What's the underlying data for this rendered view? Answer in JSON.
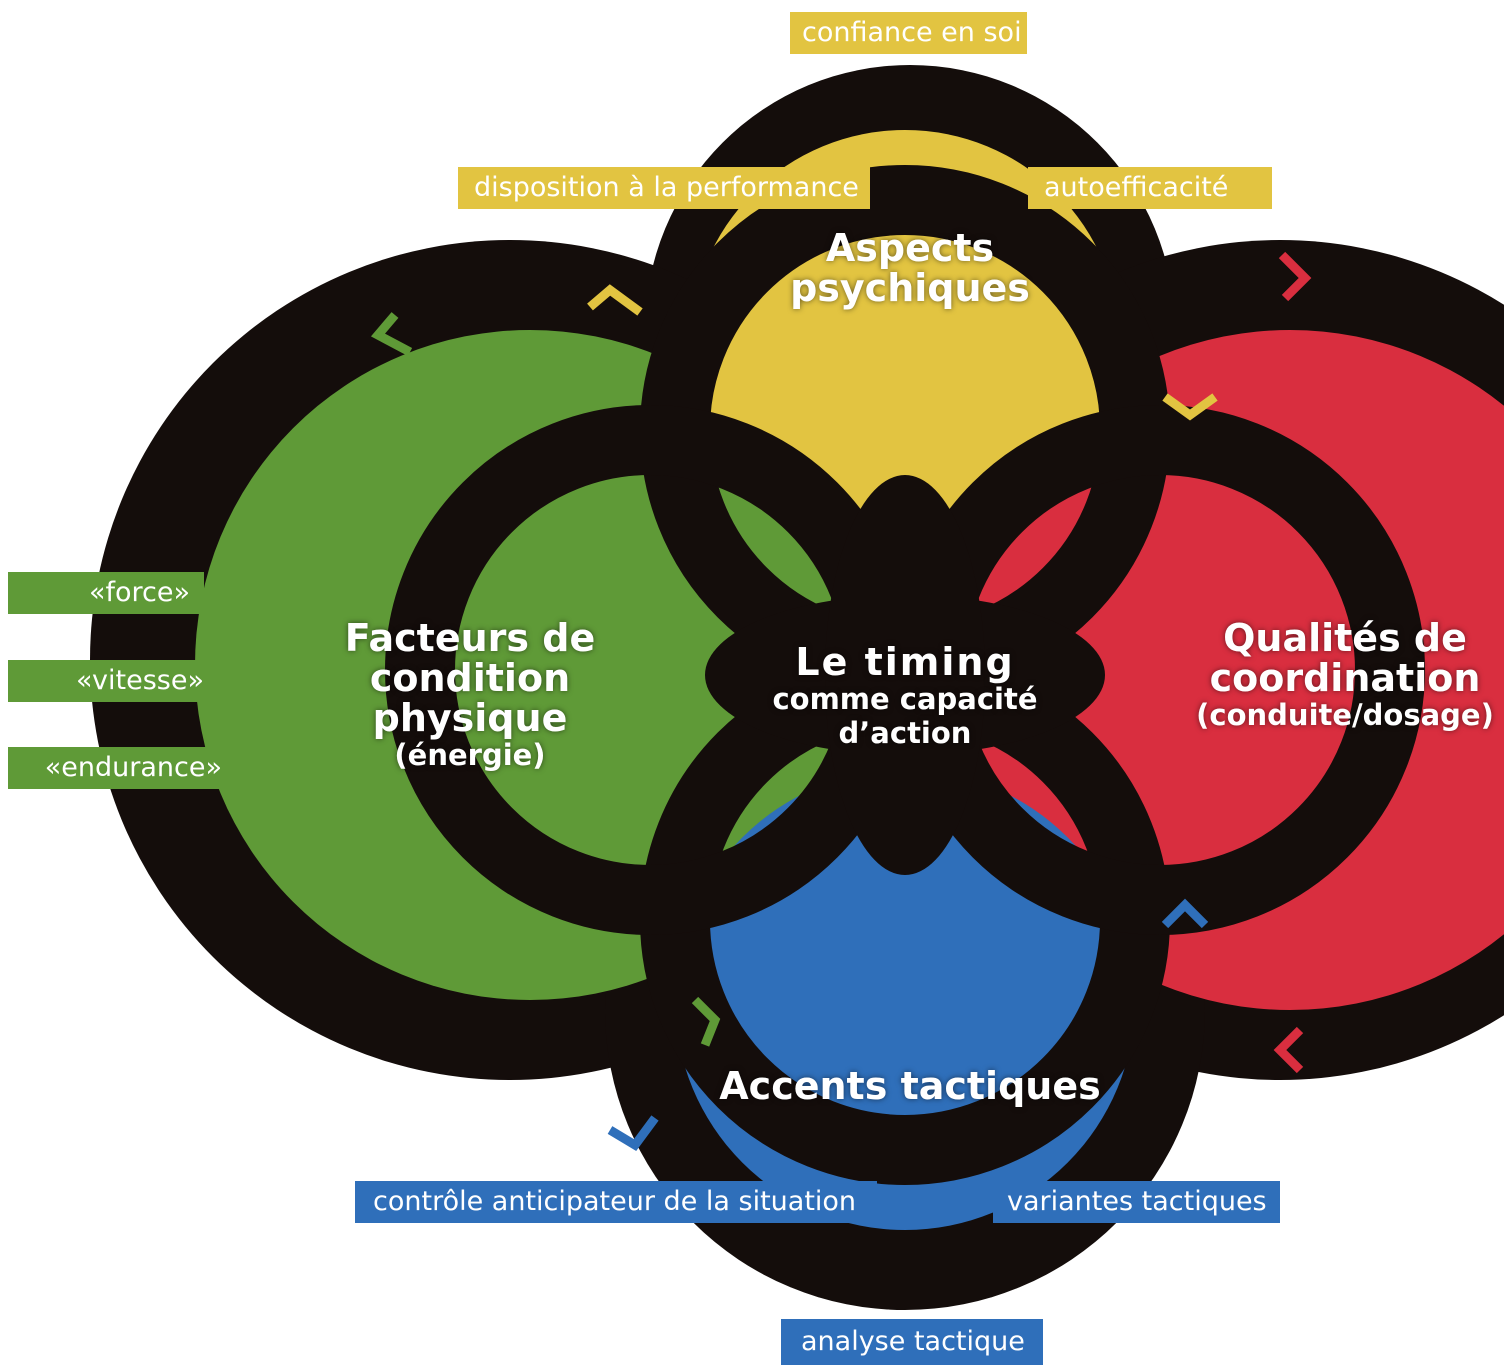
{
  "colors": {
    "yellow": "#e2c441",
    "green": "#5f9a37",
    "red": "#d92e3f",
    "blue": "#2f6fba",
    "ring": "#140d0b"
  },
  "center": {
    "title": "Le timing",
    "subtitle": "comme capacité d’action"
  },
  "psych": {
    "title_line1": "Aspects",
    "title_line2": "psychiques",
    "tags": [
      "confiance en soi",
      "disposition à la performance",
      "autoefficacité"
    ]
  },
  "physical": {
    "title_line1": "Facteurs de",
    "title_line2": "condition physique",
    "subtitle": "(énergie)",
    "tags": [
      "«force»",
      "«vitesse»",
      "«endurance»"
    ]
  },
  "coordination": {
    "title_line1": "Qualités de",
    "title_line2": "coordination",
    "subtitle": "(conduite/dosage)"
  },
  "tactics": {
    "title": "Accents tactiques",
    "tags": [
      "contrôle anticipateur de la situation",
      "variantes tactiques",
      "analyse tactique"
    ]
  }
}
